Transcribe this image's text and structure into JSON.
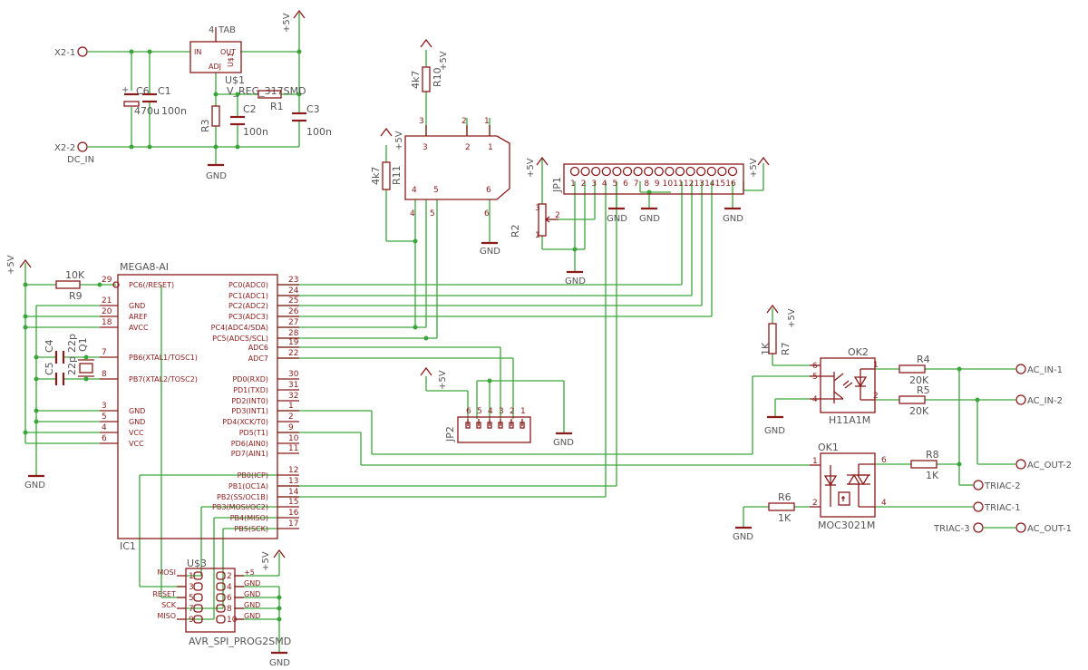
{
  "parts": {
    "ic1_type": "MEGA8-AI",
    "ic1_name": "IC1",
    "ic1_left_pins": [
      "PC6(/RESET)",
      "GND",
      "AREF",
      "AVCC",
      "PB6(XTAL1/TOSC1)",
      "PB7(XTAL2/TOSC2)",
      "GND",
      "GND",
      "VCC",
      "VCC"
    ],
    "ic1_left_nums": [
      "29",
      "21",
      "20",
      "18",
      "7",
      "8",
      "3",
      "5",
      "4",
      "6"
    ],
    "ic1_right_pins": [
      "PC0(ADC0)",
      "PC1(ADC1)",
      "PC2(ADC2)",
      "PC3(ADC3)",
      "PC4(ADC4/SDA)",
      "PC5(ADC5/SCL)",
      "ADC6",
      "ADC7",
      "PD0(RXD)",
      "PD1(TXD)",
      "PD2(INT0)",
      "PD3(INT1)",
      "PD4(XCK/T0)",
      "PD5(T1)",
      "PD6(AIN0)",
      "PD7(AIN1)",
      "PB0(ICP)",
      "PB1(OC1A)",
      "PB2(SS/OC1B)",
      "PB3(MOSI/OC2)",
      "PB4(MISO)",
      "PB5(SCK)"
    ],
    "ic1_right_nums": [
      "23",
      "24",
      "25",
      "26",
      "27",
      "28",
      "19",
      "22",
      "30",
      "31",
      "32",
      "1",
      "2",
      "9",
      "10",
      "11",
      "12",
      "13",
      "14",
      "15",
      "16",
      "17"
    ],
    "reg_name": "U$1",
    "reg_value": "V_REG_317SMD",
    "reg_in": "IN",
    "reg_out": "OUT",
    "reg_adj": "ADJ",
    "reg_tab": "TAB",
    "reg_tab_num": "4",
    "reg_label": "U$1",
    "spi_name": "U$3",
    "spi_value": "AVR_SPI_PROG2SMD",
    "spi_left": [
      "MOSI",
      "",
      "RESET",
      "SCK",
      "MISO"
    ],
    "spi_right": [
      "+5",
      "GND",
      "GND",
      "GND",
      "GND"
    ],
    "spi_left_nums": [
      "1",
      "3",
      "5",
      "7",
      "9"
    ],
    "spi_right_nums": [
      "2",
      "4",
      "6",
      "8",
      "10"
    ],
    "ok1_name": "OK1",
    "ok1_value": "MOC3021M",
    "ok1_pins": [
      "1",
      "2",
      "6",
      "4"
    ],
    "ok2_name": "OK2",
    "ok2_value": "H11A1M",
    "ok2_pins": [
      "6",
      "5",
      "4",
      "1",
      "2"
    ],
    "jp1_name": "JP1",
    "jp1_pins": [
      "1",
      "2",
      "3",
      "4",
      "5",
      "6",
      "7",
      "8",
      "9",
      "10",
      "11",
      "12",
      "13",
      "14",
      "15",
      "16"
    ],
    "jp2_name": "JP2",
    "jp2_pins": [
      "6",
      "5",
      "4",
      "3",
      "2",
      "1"
    ],
    "sw_pins": [
      "3",
      "2",
      "1",
      "4",
      "5",
      "6"
    ],
    "r2_name": "R2",
    "r2_pins": [
      "3",
      "2",
      "1"
    ],
    "q1_name": "Q1"
  },
  "resistors": [
    {
      "name": "R1",
      "value": ""
    },
    {
      "name": "R3",
      "value": ""
    },
    {
      "name": "R4",
      "value": "20K"
    },
    {
      "name": "R5",
      "value": "20K"
    },
    {
      "name": "R6",
      "value": "1K"
    },
    {
      "name": "R7",
      "value": "1K"
    },
    {
      "name": "R8",
      "value": "1K"
    },
    {
      "name": "R9",
      "value": "10K"
    },
    {
      "name": "R10",
      "value": "4k7"
    },
    {
      "name": "R11",
      "value": "4k7"
    }
  ],
  "capacitors": [
    {
      "name": "C1",
      "value": "100n"
    },
    {
      "name": "C2",
      "value": "100n"
    },
    {
      "name": "C3",
      "value": "100n"
    },
    {
      "name": "C4",
      "value": "22p"
    },
    {
      "name": "C5",
      "value": "22p"
    },
    {
      "name": "C6",
      "value": "470u"
    }
  ],
  "connectors": {
    "x2_1": "X2-1",
    "x2_2": "X2-2",
    "dc_in": "DC_IN",
    "ac_in_1": "AC_IN-1",
    "ac_in_2": "AC_IN-2",
    "ac_out_1": "AC_OUT-1",
    "ac_out_2": "AC_OUT-2",
    "triac_1": "TRIAC-1",
    "triac_2": "TRIAC-2",
    "triac_3": "TRIAC-3"
  },
  "supply": {
    "vcc": "+5V",
    "gnd": "GND"
  },
  "colors": {
    "wire": "#3aa63a",
    "part": "#8b1a1a",
    "label": "#555555",
    "background": "#ffffff"
  }
}
